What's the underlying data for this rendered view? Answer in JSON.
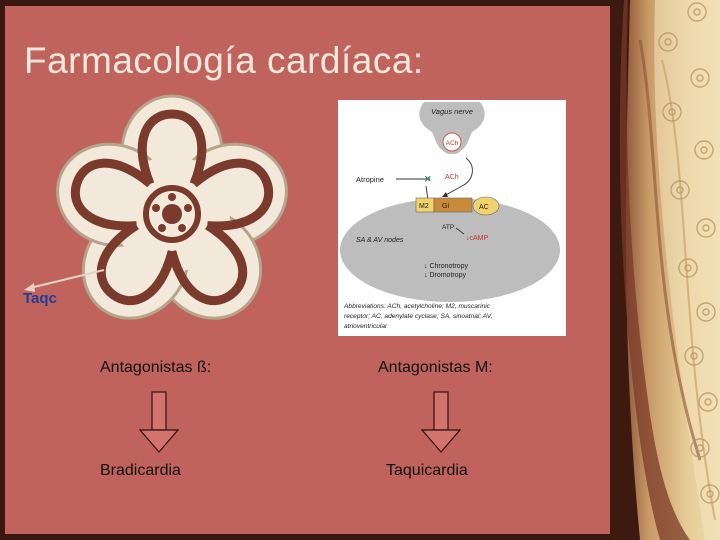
{
  "slide": {
    "title": "Farmacología cardíaca:",
    "flower_arrow_label": "Taqc",
    "left_column": {
      "heading": "Antagonistas ß:",
      "result": "Bradicardia"
    },
    "right_column": {
      "heading": "Antagonistas M:",
      "result": "Taquicardia"
    }
  },
  "diagram": {
    "vagus_nerve": "Vagus nerve",
    "ach_vesicle": "ACh",
    "ach_released": "ACh",
    "atropine": "Atropine",
    "m2": "M2",
    "gi": "Gi",
    "ac": "AC",
    "atp": "ATP",
    "camp": "↓cAMP",
    "tissue": "SA & AV nodes",
    "chronotropy": "↓ Chronotropy",
    "dromotropy": "↓ Dromotropy",
    "abbreviations": [
      "Abbreviations: ACh, acetylcholine; M2, muscarinic",
      "receptor; AC, adenylate cyclase; SA, sinoatrial; AV,",
      "atrioventricular"
    ]
  },
  "colors": {
    "background": "#c0635c",
    "title": "#f3e8dc",
    "flower_fill": "#f2e9da",
    "flower_stroke": "#b5a58b",
    "arrow_fill": "#d2746d",
    "label_blue": "#1e3f97"
  }
}
